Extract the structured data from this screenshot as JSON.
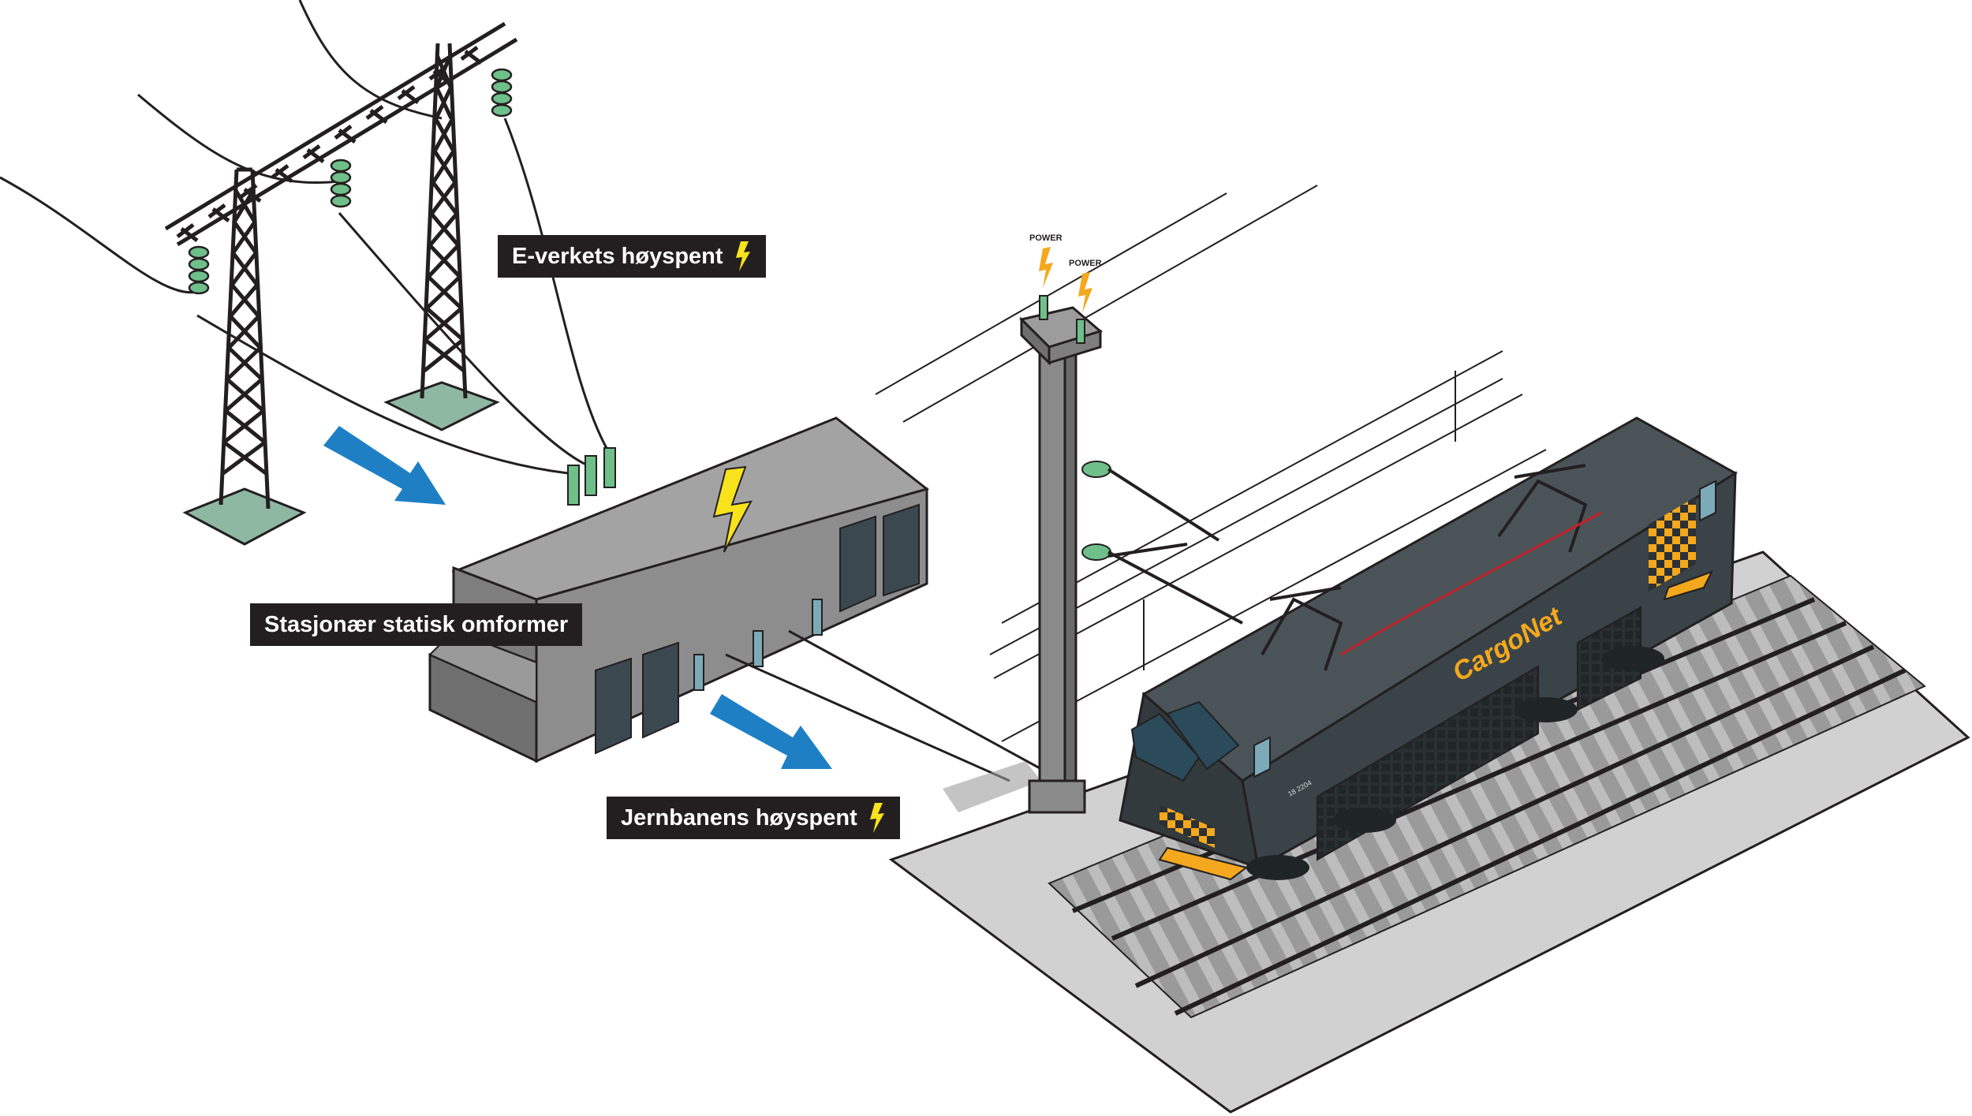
{
  "labels": {
    "grid_high_voltage": "E-verkets høyspent",
    "static_converter": "Stasjonær statisk omformer",
    "railway_high_voltage": "Jernbanens høyspent"
  },
  "power_tags": [
    "POWER",
    "POWER"
  ],
  "locomotive": {
    "brand": "CargoNet",
    "number": "18 2204"
  },
  "icons": {
    "bolt": "lightning-bolt-icon",
    "arrow": "flow-arrow-icon"
  },
  "colors": {
    "label_bg": "#231f20",
    "bolt_yellow": "#f7e21b",
    "arrow_blue": "#1e7fc4",
    "insulator_green": "#6fbf8a",
    "locomotive_body": "#3a4347",
    "cargonet_orange": "#f4a81d",
    "building_gray": "#8c8c8c",
    "track_bed": "#c8c8c8"
  }
}
